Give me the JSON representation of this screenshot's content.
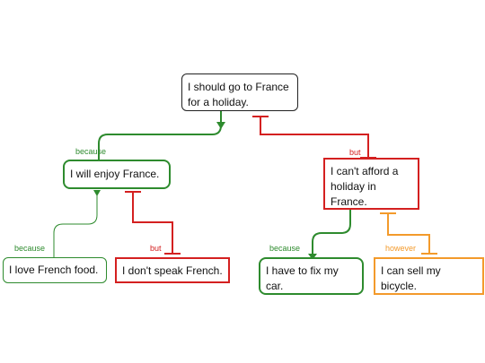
{
  "nodes": {
    "root": "I should go to France for a holiday.",
    "enjoy": "I will enjoy France.",
    "afford": "I can't afford a holiday in France.",
    "food": "I love French food.",
    "speak": "I don't speak French.",
    "car": "I have to fix my car.",
    "bicycle": "I can sell my bicycle."
  },
  "links": {
    "enjoy_root": "because",
    "afford_root": "but",
    "food_enjoy": "because",
    "speak_enjoy": "but",
    "car_afford": "because",
    "bicycle_car": "however"
  },
  "colors": {
    "support": "#2e8b2e",
    "objection": "#d42020",
    "rebuttal": "#f39a2b",
    "claim": "#222222"
  }
}
